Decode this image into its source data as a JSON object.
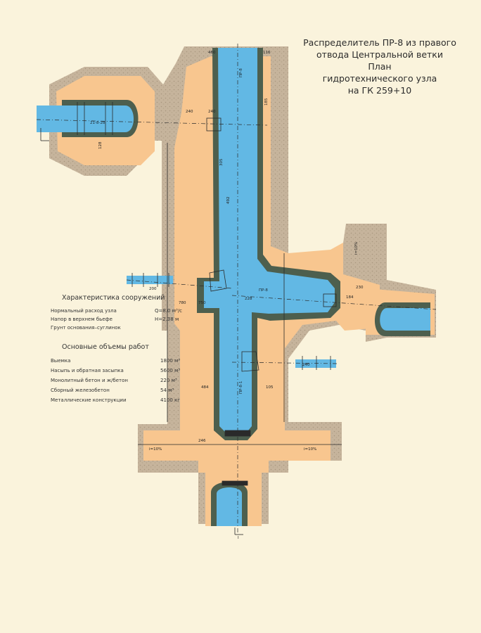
{
  "title": {
    "line1": "Распределитель ПР-8 из правого",
    "line2": "отвода Центральной ветки",
    "line3": "План",
    "line4": "гидротехнического узла",
    "line5": "на ГК 259+10"
  },
  "characteristics": {
    "heading": "Характеристика сооружений",
    "rows": [
      {
        "label": "Нормальный расход узла",
        "value": "Q=8.0 м³/с"
      },
      {
        "label": "Напор в верхнем бьефе",
        "value": "H=2.38 м"
      },
      {
        "label": "Грунт основания–суглинок",
        "value": ""
      }
    ]
  },
  "volumes": {
    "heading": "Основные объемы работ",
    "rows": [
      {
        "label": "Выемка",
        "value": "1800 м³"
      },
      {
        "label": "Насыпь и обратная засыпка",
        "value": "5600 м³"
      },
      {
        "label": "Монолитный бетон и ж/бетон",
        "value": "220 м³"
      },
      {
        "label": "Сборный железобетон",
        "value": "54 м³"
      },
      {
        "label": "Металлические конструкции",
        "value": "4100 кг"
      }
    ]
  },
  "drawing_labels": {
    "slope_left": "i=10%",
    "slope_right": "i=10%",
    "slope_right_channel": "i=10%",
    "section_mark": "I",
    "canal_main": "ПР-8",
    "canal_branch": "ПР-8",
    "canal_lower": "ПР-8-1",
    "left_outlet": "21-8-28",
    "dims": [
      "460",
      "116",
      "240",
      "240",
      "492",
      "185",
      "750",
      "780",
      "484",
      "105",
      "228",
      "184",
      "128",
      "246",
      "230",
      "305",
      "200",
      "240"
    ]
  },
  "colors": {
    "paper": "#faf3dc",
    "earth": "#f8c68f",
    "embankment": "#c6b49c",
    "water": "#62b8e4",
    "concrete_dark": "#4d5f4e",
    "line": "#2a2a2a"
  }
}
